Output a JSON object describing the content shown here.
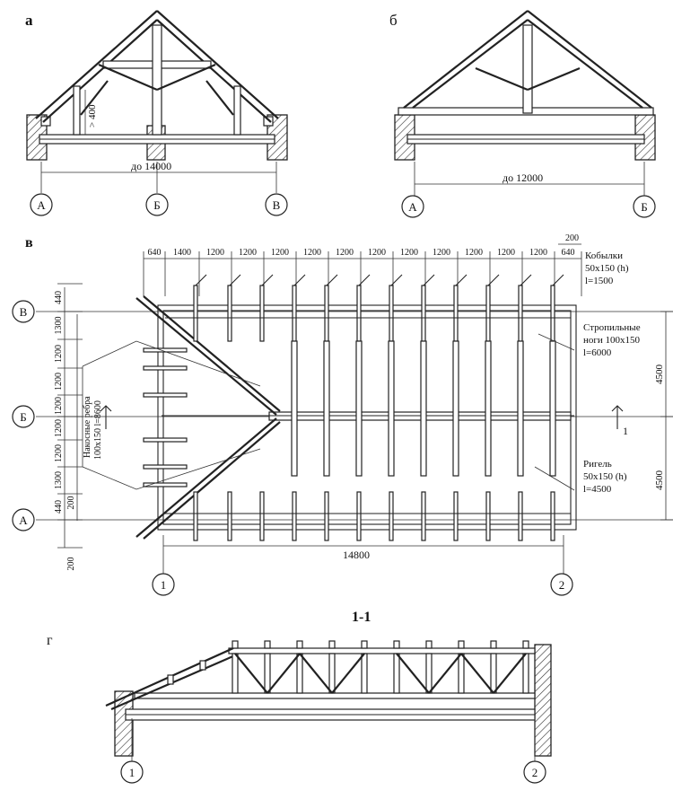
{
  "panels": {
    "a": "а",
    "b": "б",
    "v": "в",
    "g": "г",
    "section": "1-1"
  },
  "panel_a": {
    "dim_span": "до 14000",
    "dim_height": "> 400",
    "axes": [
      "А",
      "Б",
      "В"
    ]
  },
  "panel_b": {
    "dim_span": "до 12000",
    "axes": [
      "А",
      "Б"
    ]
  },
  "plan": {
    "top_dims": [
      "640",
      "1400",
      "1200",
      "1200",
      "1200",
      "1200",
      "1200",
      "1200",
      "1200",
      "1200",
      "1200",
      "1200",
      "1200",
      "640"
    ],
    "top_extra": "200",
    "left_dims": [
      "440",
      "1300",
      "1200",
      "1200",
      "1200",
      "1200",
      "1200",
      "1300",
      "440"
    ],
    "left_bottom": "200",
    "left_second": "200",
    "bottom_dim": "14800",
    "right_dims": [
      "4500",
      "4500"
    ],
    "rows": [
      "В",
      "Б",
      "А"
    ],
    "cols": [
      "1",
      "2"
    ],
    "cut_mark": "1",
    "label_kobylki": [
      "Кобылки",
      "50x150 (h)",
      "l=1500"
    ],
    "label_stropila": [
      "Стропильные",
      "ноги 100x150",
      "l=6000"
    ],
    "label_rigel": [
      "Ригель",
      "50x150 (h)",
      "l=4500"
    ],
    "label_nakos": [
      "Накосные ребра",
      "100x150 l=8600"
    ]
  },
  "panel_g": {
    "axes": [
      "1",
      "2"
    ]
  }
}
